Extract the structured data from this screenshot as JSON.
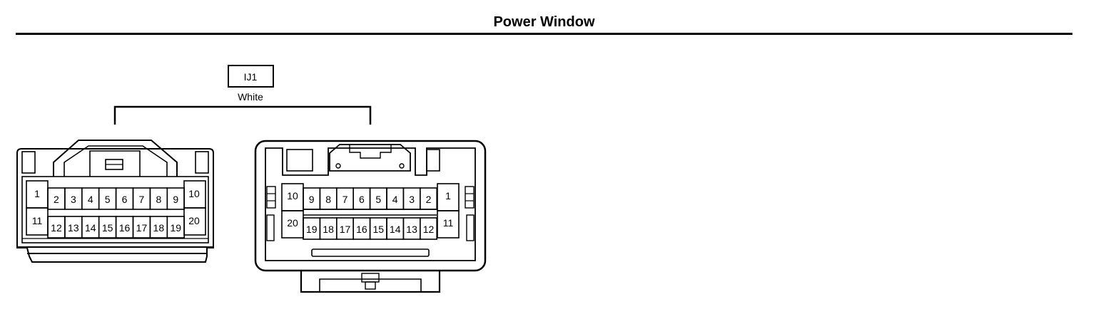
{
  "header": {
    "title": "Power Window"
  },
  "connector": {
    "code": "IJ1",
    "color": "White",
    "left": {
      "top_end": "1",
      "top_row": [
        "2",
        "3",
        "4",
        "5",
        "6",
        "7",
        "8",
        "9"
      ],
      "top_end_right": "10",
      "bottom_end": "11",
      "bottom_row": [
        "12",
        "13",
        "14",
        "15",
        "16",
        "17",
        "18",
        "19"
      ],
      "bottom_end_right": "20"
    },
    "right": {
      "top_end_left": "10",
      "top_row": [
        "9",
        "8",
        "7",
        "6",
        "5",
        "4",
        "3",
        "2"
      ],
      "top_end": "1",
      "bottom_end_left": "20",
      "bottom_row": [
        "19",
        "18",
        "17",
        "16",
        "15",
        "14",
        "13",
        "12"
      ],
      "bottom_end": "11"
    }
  },
  "palette": {
    "ink": "#000000",
    "paper": "#ffffff"
  }
}
